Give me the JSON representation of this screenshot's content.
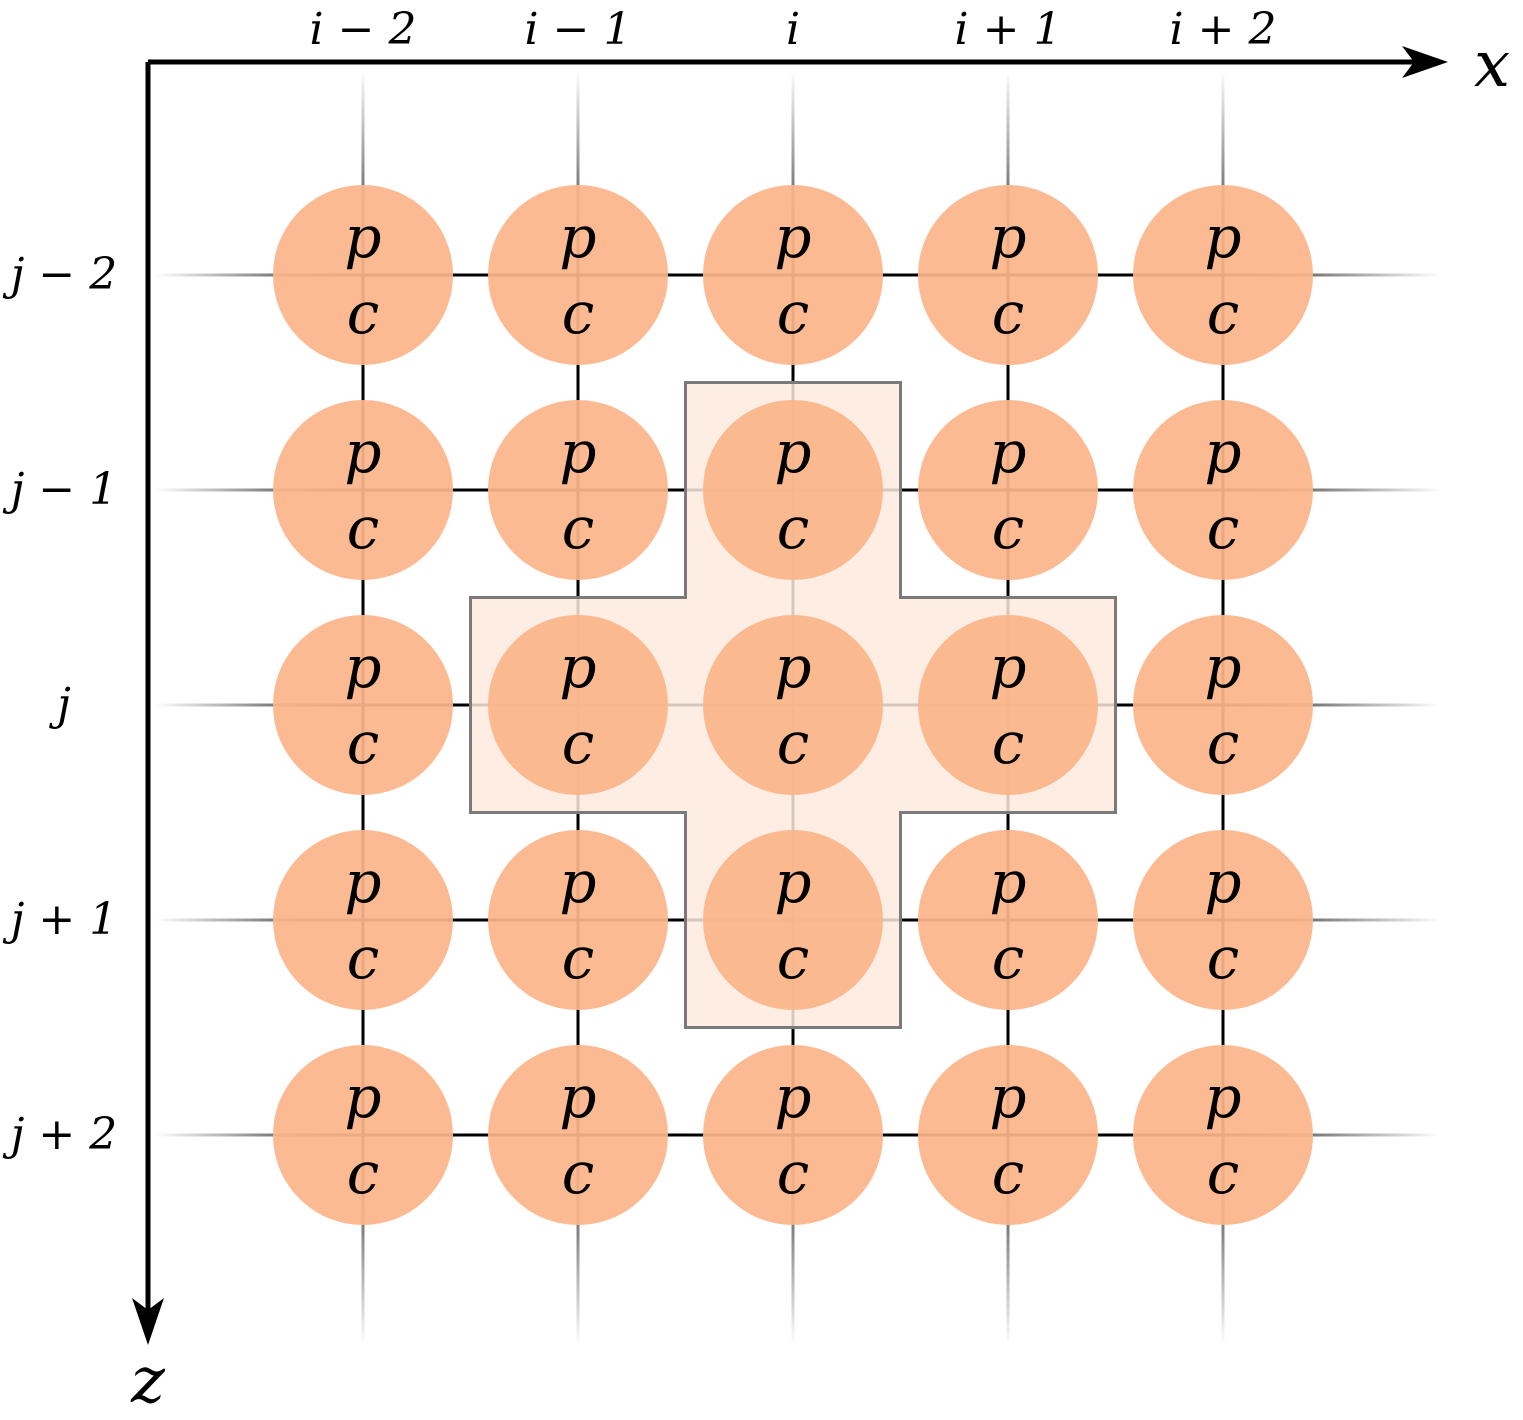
{
  "axes": {
    "x_label": "x",
    "z_label": "z"
  },
  "columns": [
    "i − 2",
    "i − 1",
    "i",
    "i + 1",
    "i + 2"
  ],
  "rows": [
    "j − 2",
    "j − 1",
    "j",
    "j + 1",
    "j + 2"
  ],
  "node": {
    "top_symbol": "p",
    "bottom_symbol": "c"
  },
  "stencil": {
    "center": [
      "i",
      "j"
    ],
    "cells": [
      [
        "i",
        "j − 1"
      ],
      [
        "i − 1",
        "j"
      ],
      [
        "i",
        "j"
      ],
      [
        "i + 1",
        "j"
      ],
      [
        "i",
        "j + 1"
      ]
    ]
  },
  "colors": {
    "node_fill": "#fbb58a",
    "stencil_fill": "#fdeadd",
    "stencil_stroke": "#7a7a7a",
    "grid_line": "#000000",
    "axis": "#000000"
  }
}
